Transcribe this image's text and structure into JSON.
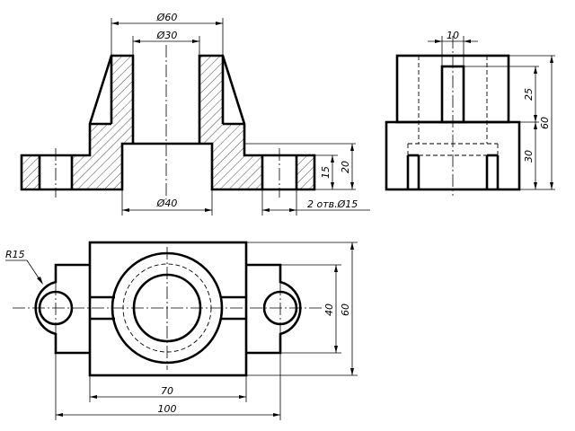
{
  "drawing": {
    "front_view": {
      "dim_outer_top": "Ø60",
      "dim_bore": "Ø30",
      "dim_counterbore": "Ø40",
      "dim_holes": "2 отв.Ø15",
      "dim_flange_15": "15",
      "dim_flange_20": "20"
    },
    "side_view": {
      "dim_slot": "10",
      "dim_upper": "25",
      "dim_lower": "30",
      "dim_height": "60"
    },
    "top_view": {
      "dim_radius": "R15",
      "dim_width_70": "70",
      "dim_length_100": "100",
      "dim_depth_40": "40",
      "dim_depth_60": "60"
    }
  }
}
